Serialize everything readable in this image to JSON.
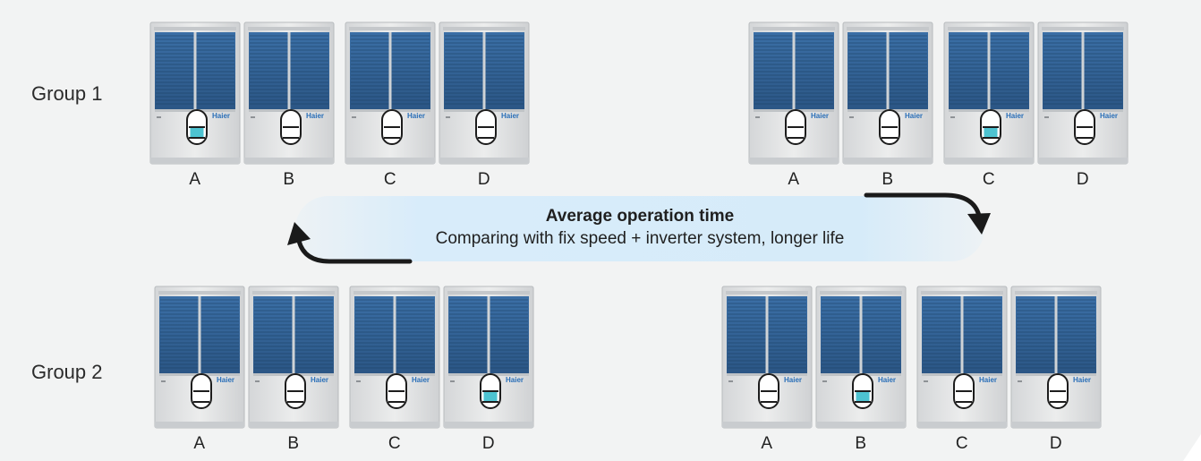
{
  "groups": [
    {
      "label": "Group 1",
      "clusters": [
        {
          "units": [
            {
              "letter": "A",
              "active": true,
              "brand": "Haier"
            },
            {
              "letter": "B",
              "active": false,
              "brand": "Haier"
            },
            {
              "letter": "C",
              "active": false,
              "brand": "Haier"
            },
            {
              "letter": "D",
              "active": false,
              "brand": "Haier"
            }
          ]
        },
        {
          "units": [
            {
              "letter": "A",
              "active": false,
              "brand": "Haier"
            },
            {
              "letter": "B",
              "active": false,
              "brand": "Haier"
            },
            {
              "letter": "C",
              "active": true,
              "brand": "Haier"
            },
            {
              "letter": "D",
              "active": false,
              "brand": "Haier"
            }
          ]
        }
      ]
    },
    {
      "label": "Group 2",
      "clusters": [
        {
          "units": [
            {
              "letter": "A",
              "active": false,
              "brand": "Haier"
            },
            {
              "letter": "B",
              "active": false,
              "brand": "Haier"
            },
            {
              "letter": "C",
              "active": false,
              "brand": "Haier"
            },
            {
              "letter": "D",
              "active": true,
              "brand": "Haier"
            }
          ]
        },
        {
          "units": [
            {
              "letter": "A",
              "active": false,
              "brand": "Haier"
            },
            {
              "letter": "B",
              "active": true,
              "brand": "Haier"
            },
            {
              "letter": "C",
              "active": false,
              "brand": "Haier"
            },
            {
              "letter": "D",
              "active": false,
              "brand": "Haier"
            }
          ]
        }
      ]
    }
  ],
  "cycle": {
    "title": "Average operation time",
    "subtitle": "Comparing with fix speed + inverter system, longer life"
  },
  "colors": {
    "panel": "#f2f3f3",
    "active_fill": "#4dc3d1",
    "band": "#d8ecfa",
    "arrow": "#1a1a1a",
    "brand": "#2a6fb8"
  }
}
